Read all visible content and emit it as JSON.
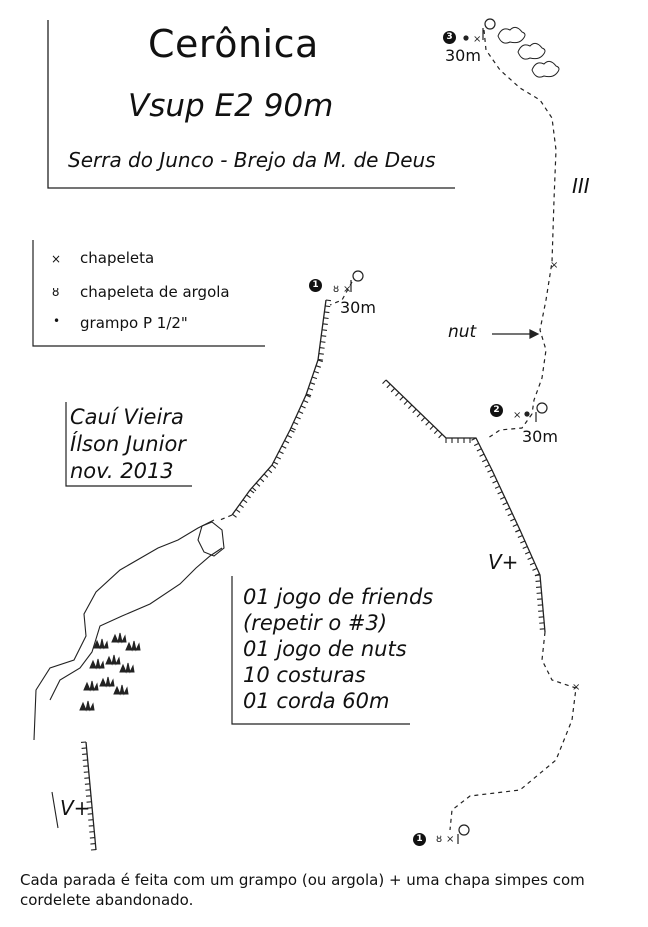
{
  "title": "Cerônica",
  "grade": "Vsup E2 90m",
  "location": "Serra do Junco - Brejo da M. de Deus",
  "legend": [
    {
      "symbol": "×",
      "label": "chapeleta"
    },
    {
      "symbol": "ȣ",
      "label": "chapeleta de argola"
    },
    {
      "symbol": "•",
      "label": "grampo P 1/2\""
    }
  ],
  "authors": [
    "Cauí Vieira",
    "Ílson Junior",
    "nov. 2013"
  ],
  "gear": [
    "01 jogo de friends",
    "(repetir o #3)",
    "01 jogo de nuts",
    "10 costuras",
    "01 corda 60m"
  ],
  "anchors": [
    {
      "number": "1",
      "length": "30m"
    },
    {
      "number": "2",
      "length": "30m"
    },
    {
      "number": "3",
      "length": "30m"
    }
  ],
  "start_anchor": {
    "number": "1"
  },
  "pitch_grades": {
    "pitch3": "III",
    "pitch2": "V+",
    "start": "V+"
  },
  "nut_label": "nut",
  "note": "Cada parada é feita com um grampo (ou argola) + uma chapa simpes com cordelete abandonado."
}
